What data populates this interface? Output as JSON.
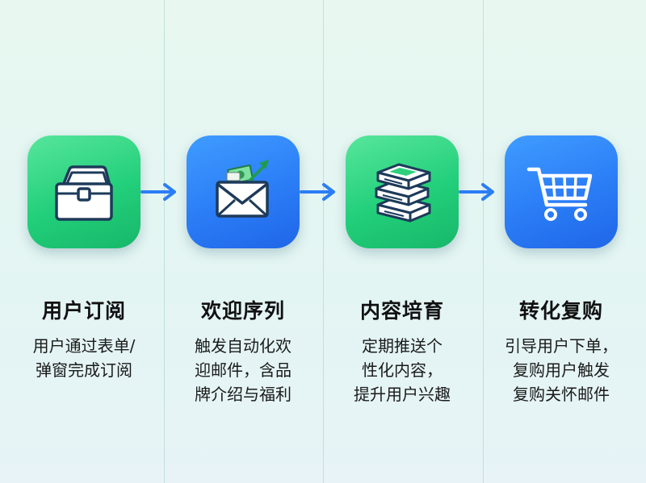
{
  "steps": [
    {
      "title": "用户订阅",
      "description": [
        "用户通过表单/",
        "弹窗完成订阅"
      ],
      "icon": "subscription-box-icon",
      "color": "#22cf7a"
    },
    {
      "title": "欢迎序列",
      "description": [
        "触发自动化欢",
        "迎邮件，含品",
        "牌介绍与福利"
      ],
      "icon": "welcome-email-icon",
      "color": "#2b7df6"
    },
    {
      "title": "内容培育",
      "description": [
        "定期推送个",
        "性化内容，",
        "提升用户兴趣"
      ],
      "icon": "content-stack-icon",
      "color": "#22cf7a"
    },
    {
      "title": "转化复购",
      "description": [
        "引导用户下单，",
        "复购用户触发",
        "复购关怀邮件"
      ],
      "icon": "shopping-cart-icon",
      "color": "#2b7df6"
    }
  ],
  "connectors": [
    "arrow-right-icon",
    "arrow-right-icon",
    "arrow-right-icon"
  ],
  "accent_blue": "#2b7df6"
}
